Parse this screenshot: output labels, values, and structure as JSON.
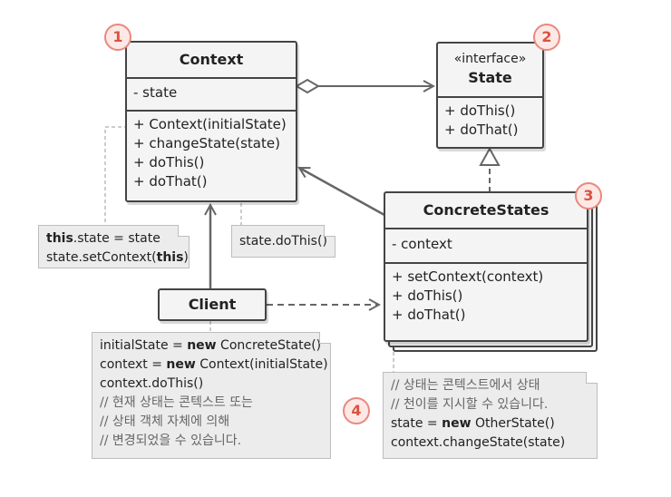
{
  "context": {
    "name": "Context",
    "field": "- state",
    "methods": [
      "+ Context(initialState)",
      "+ changeState(state)",
      "+ doThis()",
      "+ doThat()"
    ]
  },
  "state": {
    "stereotype": "«interface»",
    "name": "State",
    "methods": [
      "+ doThis()",
      "+ doThat()"
    ]
  },
  "concrete": {
    "name": "ConcreteStates",
    "field": "- context",
    "methods": [
      "+ setContext(context)",
      "+ doThis()",
      "+ doThat()"
    ]
  },
  "client": {
    "name": "Client"
  },
  "notes": {
    "ctor": {
      "kw1": "this",
      "t1": ".state = state",
      "t2a": "state.setContext(",
      "kw2": "this",
      "t2b": ")"
    },
    "dothis": {
      "line": "state.doThis()"
    },
    "client": {
      "l1a": "initialState = ",
      "l1kw": "new",
      "l1b": " ConcreteState()",
      "l2a": "context = ",
      "l2kw": "new",
      "l2b": " Context(initialState)",
      "l3": "context.doThis()",
      "c1": "// 현재 상태는 콘텍스트 또는",
      "c2": "// 상태 객체 자체에 의해",
      "c3": "// 변경되었을 수 있습니다."
    },
    "concrete": {
      "c1": "// 상태는 콘텍스트에서 상태",
      "c2": "// 천이를 지시할 수 있습니다.",
      "l3a": "state = ",
      "l3kw": "new",
      "l3b": " OtherState()",
      "l4": "context.changeState(state)"
    }
  },
  "badges": [
    "1",
    "2",
    "3",
    "4"
  ],
  "colors": {
    "badge_fill": "#fde8e6",
    "badge_border": "#e8897d",
    "badge_text": "#d9533f",
    "note_bg": "#ececec",
    "line": "#666666"
  }
}
